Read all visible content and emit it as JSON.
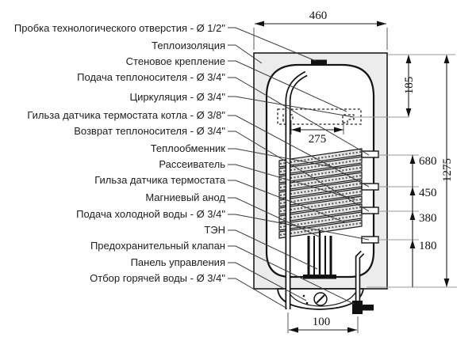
{
  "labels": [
    {
      "id": "plug",
      "text": "Пробка технологического отверстия - Ø 1/2\""
    },
    {
      "id": "insulation",
      "text": "Теплоизоляция"
    },
    {
      "id": "wall-mount",
      "text": "Стеновое крепление"
    },
    {
      "id": "heating-supply",
      "text": "Подача теплоносителя - Ø 3/4\""
    },
    {
      "id": "circulation",
      "text": "Циркуляция - Ø 3/4\""
    },
    {
      "id": "boiler-thermostat-sleeve",
      "text": "Гильза датчика термостата котла - Ø 3/8\""
    },
    {
      "id": "heating-return",
      "text": "Возврат теплоносителя - Ø 3/4\""
    },
    {
      "id": "heat-exchanger",
      "text": "Теплообменник"
    },
    {
      "id": "diffuser",
      "text": "Рассеиватель"
    },
    {
      "id": "thermostat-sleeve",
      "text": "Гильза датчика термостата"
    },
    {
      "id": "magnesium-anode",
      "text": "Магниевый анод"
    },
    {
      "id": "cold-water-inlet",
      "text": "Подача холодной воды - Ø 3/4\""
    },
    {
      "id": "heating-element",
      "text": "ТЭН"
    },
    {
      "id": "safety-valve",
      "text": "Предохранительный клапан"
    },
    {
      "id": "control-panel",
      "text": "Панель управления"
    },
    {
      "id": "hot-water-outlet",
      "text": "Отбор горячей воды - Ø 3/4\""
    }
  ],
  "dimensions": {
    "width": "460",
    "top_to_circulation": "185",
    "bracket_span": "275",
    "overall_height": "1275",
    "port_heights": [
      "680",
      "450",
      "380",
      "180"
    ],
    "pipe_spacing": "100"
  },
  "colors": {
    "line": "#1c1c1c",
    "insulation_fill": "#ececec",
    "coil_fill": "#e4e4e4",
    "leader": "#3a3a3a",
    "reference_gray": "#9a9a9a"
  }
}
